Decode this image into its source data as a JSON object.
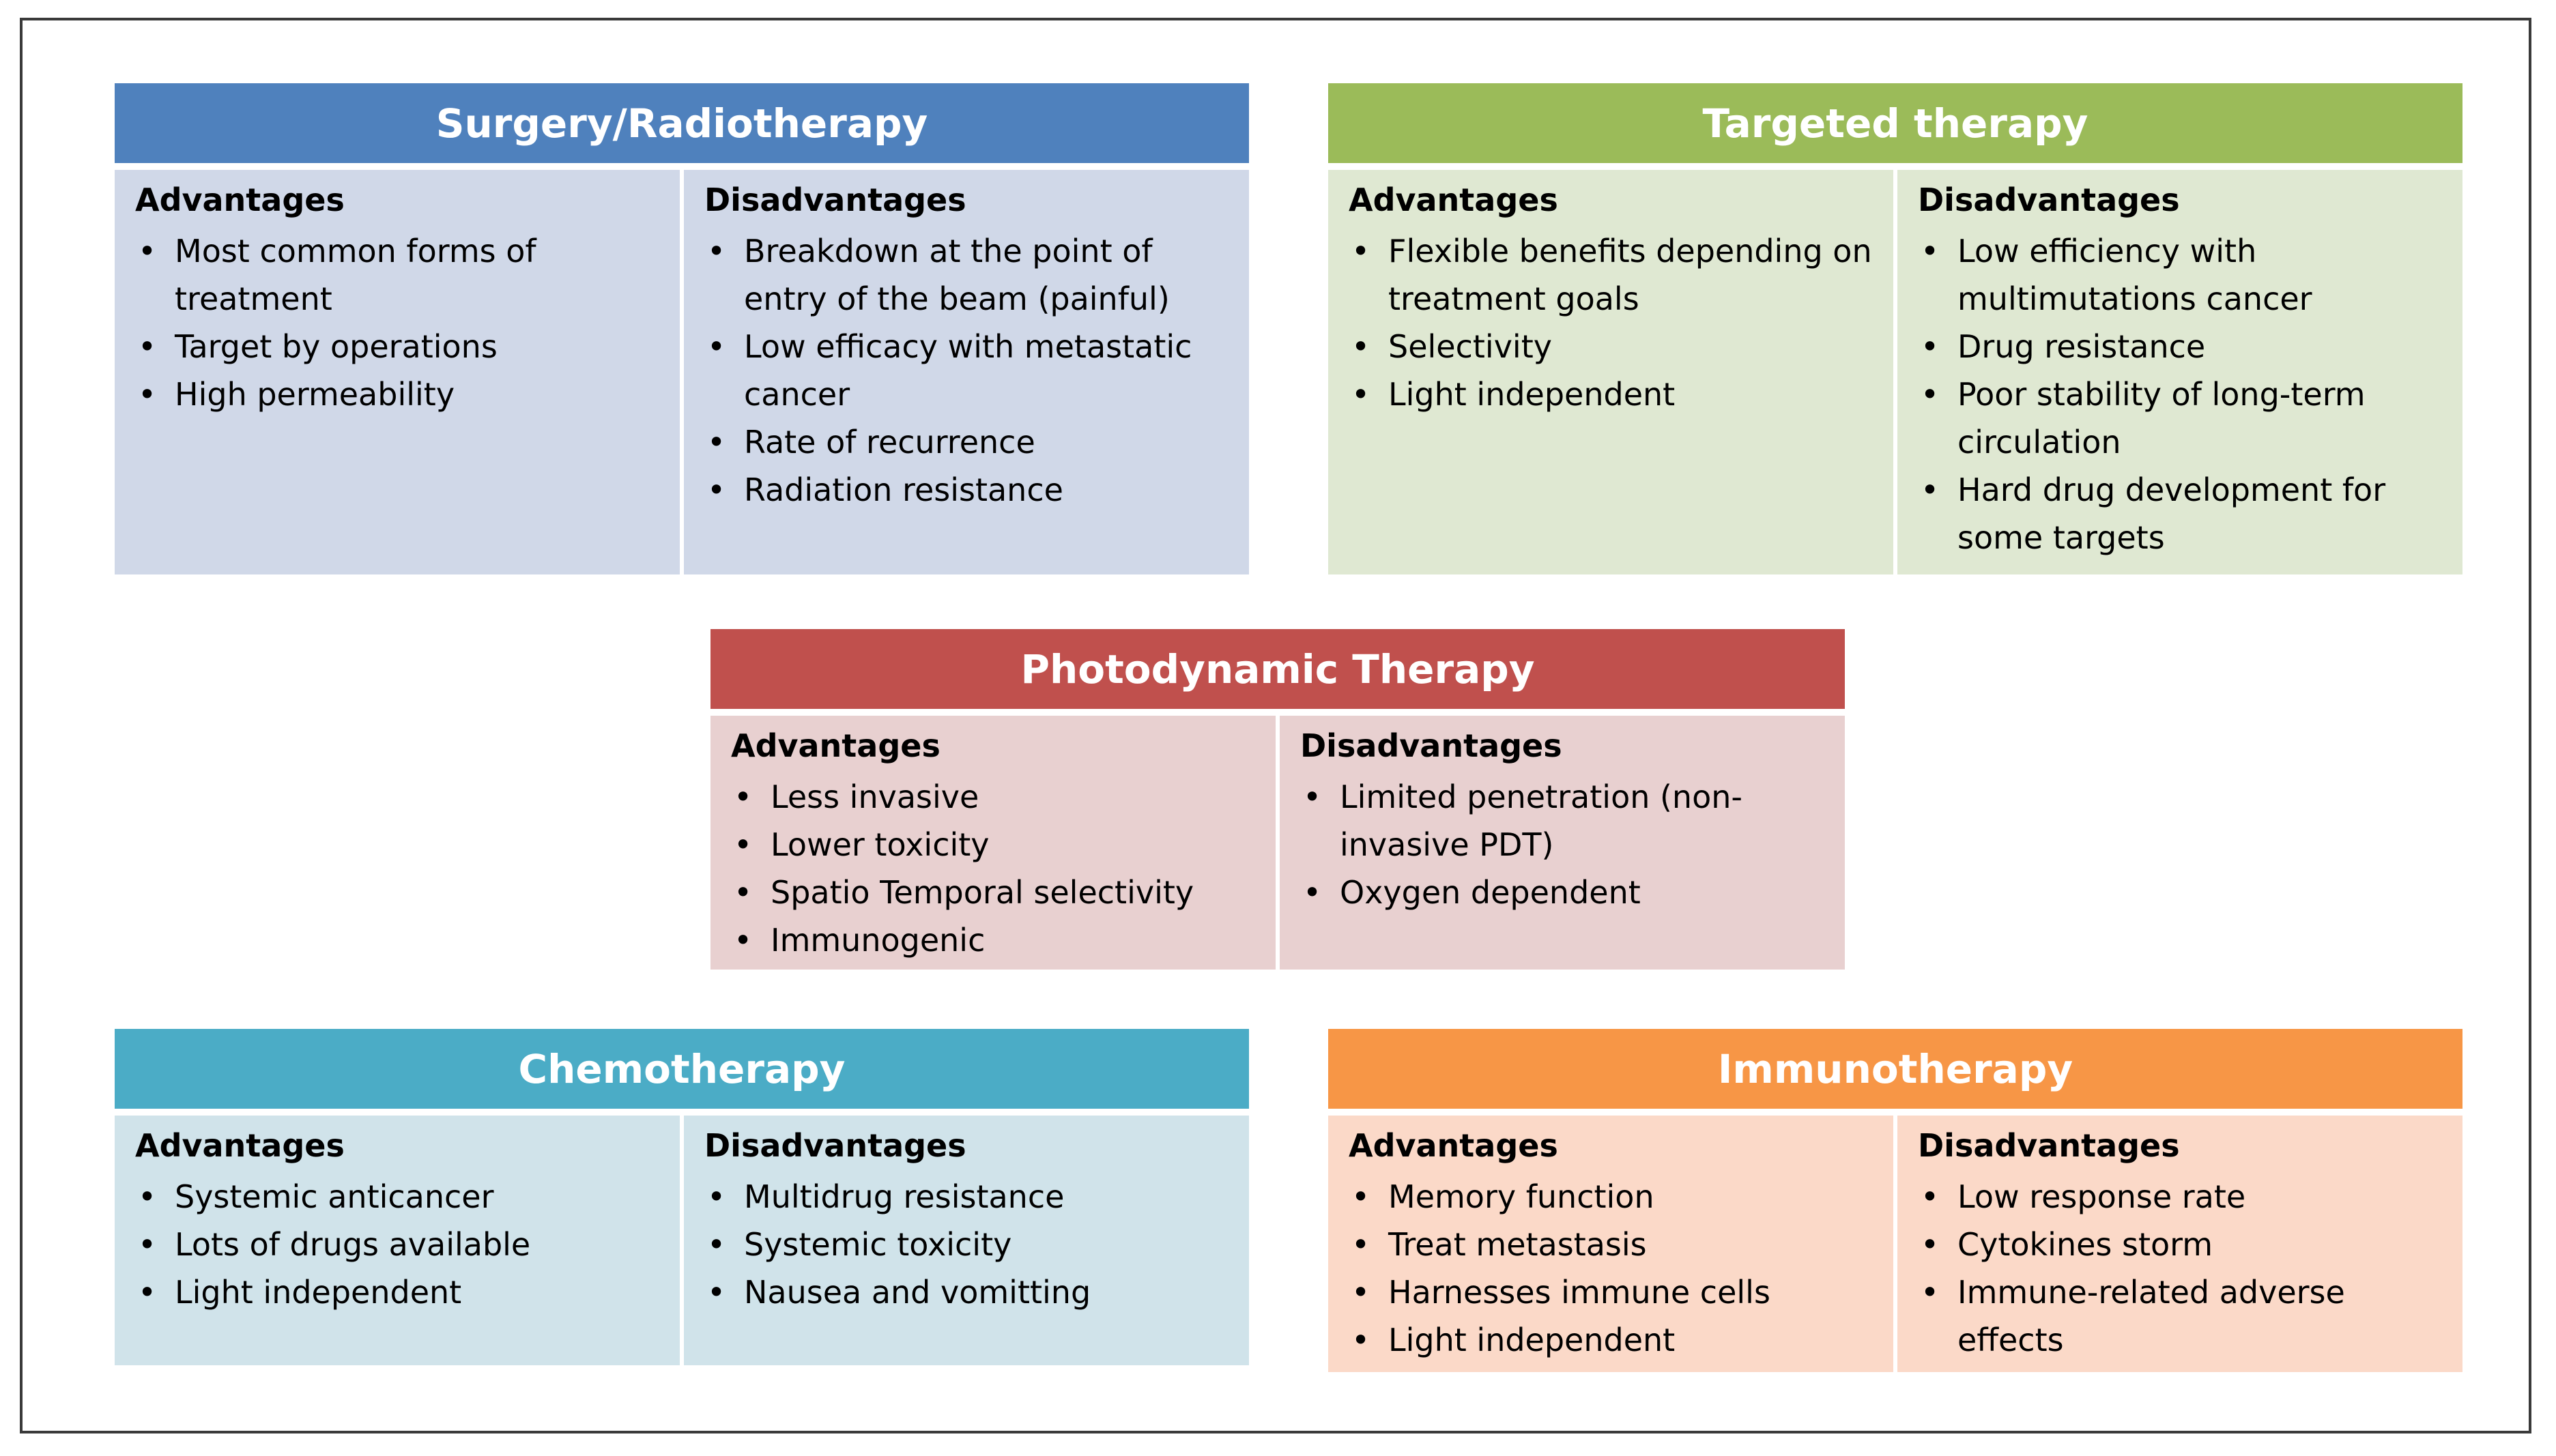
{
  "colors": {
    "surgery_header": "#4f81bd",
    "surgery_body": "#d0d8e8",
    "targeted_header": "#9bbb59",
    "targeted_body": "#dfe8d2",
    "pdt_header": "#c0504d",
    "pdt_body": "#e8d0d0",
    "chemo_header": "#4bacc6",
    "chemo_body": "#d0e3ea",
    "immuno_header": "#f79646",
    "immuno_body": "#fbd9c8"
  },
  "cards": {
    "surgery": {
      "title": "Surgery/Radiotherapy",
      "advantages_title": "Advantages",
      "advantages": [
        "Most common forms of treatment",
        "Target by operations",
        "High permeability"
      ],
      "disadvantages_title": "Disadvantages",
      "disadvantages": [
        "Breakdown at the point of entry of the beam (painful)",
        "Low efficacy with metastatic cancer",
        "Rate of recurrence",
        "Radiation resistance"
      ]
    },
    "targeted": {
      "title": "Targeted therapy",
      "advantages_title": "Advantages",
      "advantages": [
        "Flexible benefits depending on treatment goals",
        "Selectivity",
        "Light independent"
      ],
      "disadvantages_title": "Disadvantages",
      "disadvantages": [
        "Low efficiency with multimutations cancer",
        "Drug resistance",
        "Poor stability of long-term circulation",
        "Hard drug development for some targets"
      ]
    },
    "pdt": {
      "title": "Photodynamic Therapy",
      "advantages_title": "Advantages",
      "advantages": [
        "Less invasive",
        "Lower toxicity",
        "Spatio Temporal selectivity",
        "Immunogenic"
      ],
      "disadvantages_title": "Disadvantages",
      "disadvantages": [
        "Limited penetration (non-invasive PDT)",
        "Oxygen dependent"
      ]
    },
    "chemo": {
      "title": "Chemotherapy",
      "advantages_title": "Advantages",
      "advantages": [
        "Systemic anticancer",
        "Lots of drugs available",
        "Light independent"
      ],
      "disadvantages_title": "Disadvantages",
      "disadvantages": [
        "Multidrug resistance",
        "Systemic toxicity",
        "Nausea and vomitting"
      ]
    },
    "immuno": {
      "title": "Immunotherapy",
      "advantages_title": "Advantages",
      "advantages": [
        "Memory function",
        "Treat metastasis",
        "Harnesses immune cells",
        "Light independent"
      ],
      "disadvantages_title": "Disadvantages",
      "disadvantages": [
        "Low response rate",
        "Cytokines storm",
        "Immune-related adverse effects"
      ]
    }
  }
}
